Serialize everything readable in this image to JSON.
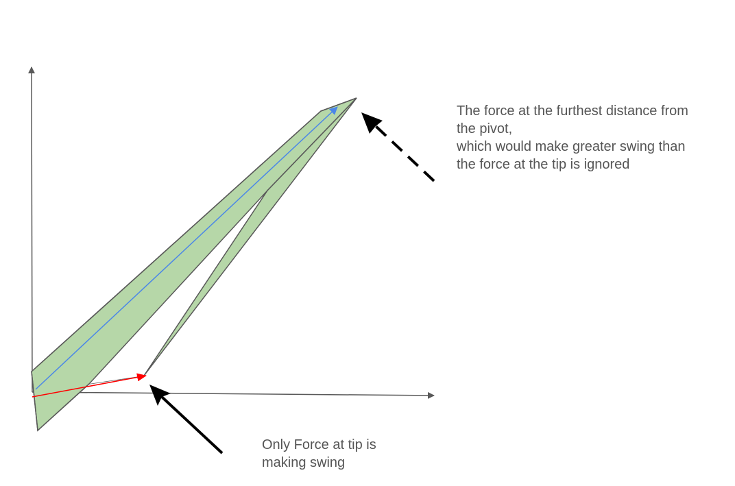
{
  "annotations": {
    "furthest_force": {
      "lines": [
        "The force at the furthest distance from",
        "the pivot,",
        "which would make greater swing than",
        "the force at the tip is ignored"
      ]
    },
    "tip_force": {
      "lines": [
        "Only Force at tip is",
        "making swing"
      ]
    }
  },
  "colors": {
    "axis": "#595959",
    "shape_fill": "#b6d7a8",
    "shape_stroke": "#595959",
    "long_vector": "#4a86e8",
    "tip_vector": "#ff0000",
    "callout_arrow": "#000000",
    "text": "#555555"
  }
}
